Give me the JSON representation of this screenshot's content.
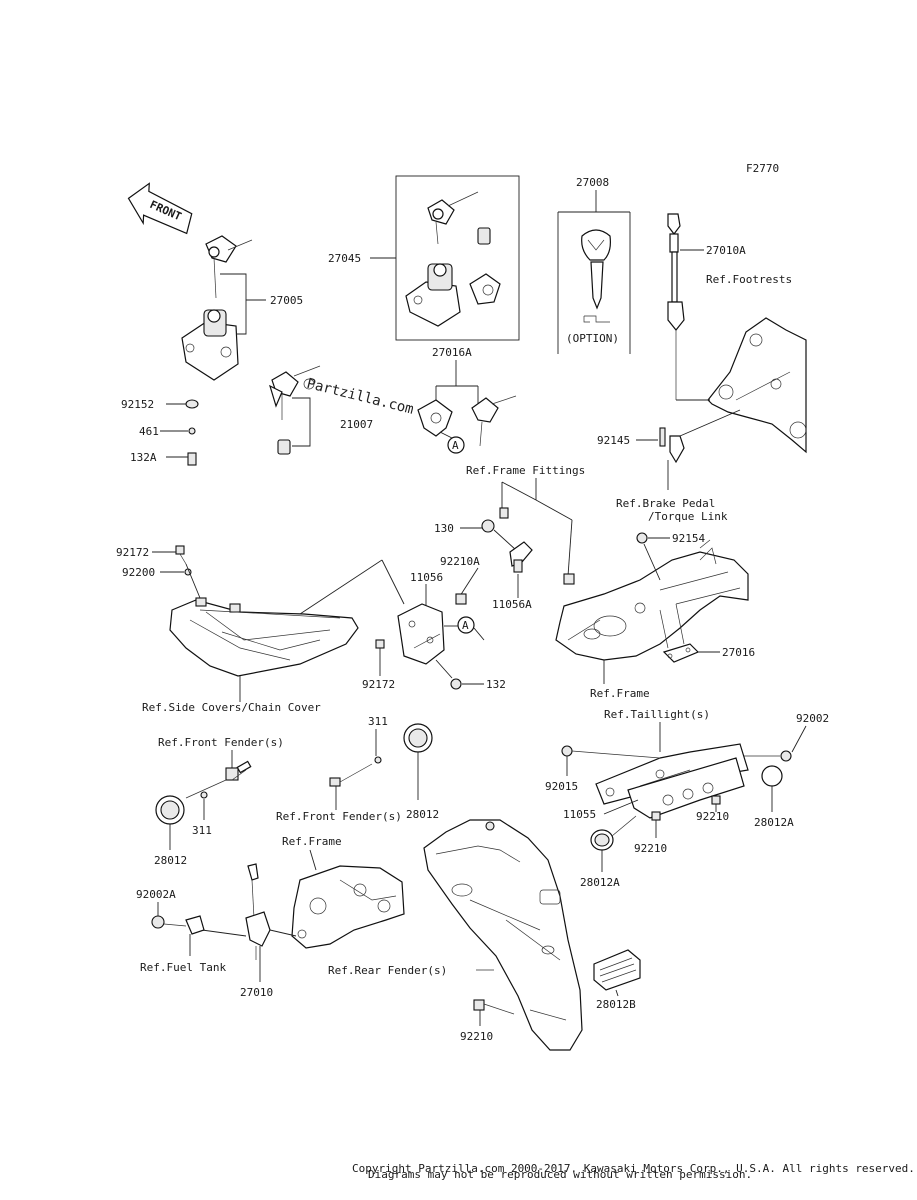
{
  "diagram_code": "F2770",
  "front_arrow_label": "FRONT",
  "watermark": "Partzilla.com",
  "parts": {
    "p27005": "27005",
    "p27045": "27045",
    "p27008": "27008",
    "p27010A": "27010A",
    "p27016A": "27016A",
    "p21007": "21007",
    "p92152": "92152",
    "p461": "461",
    "p132A": "132A",
    "p92145": "92145",
    "p130": "130",
    "p92172a": "92172",
    "p92200": "92200",
    "p92210A": "92210A",
    "p11056": "11056",
    "p11056A": "11056A",
    "p92154": "92154",
    "p27016": "27016",
    "p92172b": "92172",
    "p132": "132",
    "p311a": "311",
    "p28012a": "28012",
    "p311b": "311",
    "p28012b": "28012",
    "p92002": "92002",
    "p92015": "92015",
    "p11055": "11055",
    "p92210a": "92210",
    "p92210b": "92210",
    "p28012A": "28012A",
    "p28012Ab": "28012A",
    "p92002A": "92002A",
    "p27010": "27010",
    "p28012B": "28012B",
    "p92210c": "92210"
  },
  "callouts": {
    "a1": "A",
    "a2": "A"
  },
  "refs": {
    "footrests": "Ref.Footrests",
    "brake1": "Ref.Brake Pedal",
    "brake2": "/Torque Link",
    "frame_fittings": "Ref.Frame Fittings",
    "frame1": "Ref.Frame",
    "side_covers": "Ref.Side Covers/Chain Cover",
    "taillight": "Ref.Taillight(s)",
    "front_fender1": "Ref.Front Fender(s)",
    "front_fender2": "Ref.Front Fender(s)",
    "frame2": "Ref.Frame",
    "fuel_tank": "Ref.Fuel Tank",
    "rear_fender": "Ref.Rear Fender(s)"
  },
  "option_label": "(OPTION)",
  "footer_line1": "Copyright Partzilla.com 2000-2017. Kawasaki Motors Corp., U.S.A. All rights reserved.",
  "footer_line2": "Diagrams may not be reproduced without written permission."
}
